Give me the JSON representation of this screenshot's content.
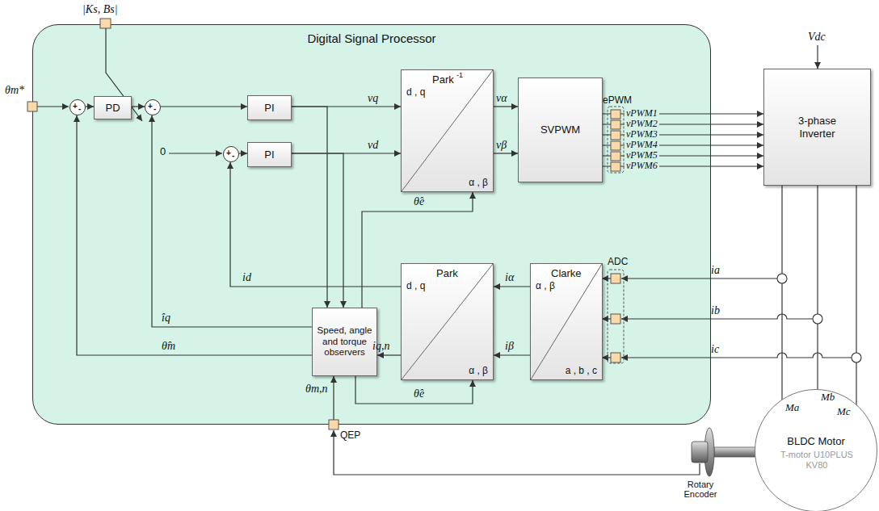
{
  "diagram": {
    "nodes": [
      {
        "text": [
          "Digital Signal Processor"
        ]
      },
      {
        "text": [
          "+",
          "-"
        ],
        "in": 0
      },
      {
        "text": [
          "PD"
        ],
        "in": 0
      },
      {
        "text": [
          "+",
          "-"
        ],
        "in": 0
      },
      {
        "text": [
          "PI"
        ],
        "in": 0
      },
      {
        "text": [
          "+",
          "-"
        ],
        "in": 0
      },
      {
        "text": [
          "PI"
        ],
        "in": 0
      },
      {
        "text": [
          "Park",
          "-1",
          "d , q",
          "α , β"
        ],
        "in": 0
      },
      {
        "text": [
          "SVPWM"
        ],
        "in": 0
      },
      {
        "text": [
          "Park",
          "d , q",
          "α , β"
        ],
        "in": 0
      },
      {
        "text": [
          "Clarke",
          "α , β",
          "a , b , c"
        ],
        "in": 0
      },
      {
        "text": [
          "Speed, angle and torque observers"
        ],
        "in": 0
      },
      {
        "text": [
          "3-phase Inverter"
        ]
      },
      {
        "text": [
          "BLDC Motor",
          "T-motor U10PLUS KV80"
        ]
      }
    ],
    "edges": [
      {
        "from": 1,
        "to": 2,
        "arrow": "to"
      },
      {
        "from": 2,
        "to": 3,
        "arrow": "to"
      },
      {
        "from": 3,
        "to": 4,
        "arrow": "to"
      },
      {
        "from": 4,
        "to": 7,
        "label": "vq",
        "arrow": "to"
      },
      {
        "from": 4,
        "to": 11,
        "arrow": "to"
      },
      {
        "from": 5,
        "to": 6,
        "arrow": "to"
      },
      {
        "from": 6,
        "to": 7,
        "label": "vd",
        "arrow": "to"
      },
      {
        "from": 6,
        "to": 11,
        "arrow": "to"
      },
      {
        "from": 7,
        "to": 8,
        "label": "vα",
        "arrow": "to"
      },
      {
        "from": 7,
        "to": 8,
        "label": "vβ",
        "arrow": "to"
      },
      {
        "from": 8,
        "to": 12,
        "label": "vPWM1",
        "arrow": "to"
      },
      {
        "from": 8,
        "to": 12,
        "label": "vPWM2",
        "arrow": "to"
      },
      {
        "from": 8,
        "to": 12,
        "label": "vPWM3",
        "arrow": "to"
      },
      {
        "from": 8,
        "to": 12,
        "label": "vPWM4",
        "arrow": "to"
      },
      {
        "from": 8,
        "to": 12,
        "label": "vPWM5",
        "arrow": "to"
      },
      {
        "from": 8,
        "to": 12,
        "label": "vPWM6",
        "arrow": "to"
      },
      {
        "from": 10,
        "to": 9,
        "label": "iα",
        "arrow": "to"
      },
      {
        "from": 10,
        "to": 9,
        "label": "iβ",
        "arrow": "to"
      },
      {
        "from": 9,
        "to": 5,
        "label": "id",
        "arrow": "to"
      },
      {
        "from": 9,
        "to": 11,
        "label": "iq,n",
        "arrow": "to"
      },
      {
        "from": 11,
        "to": 3,
        "label": "îq",
        "arrow": "to"
      },
      {
        "from": 11,
        "to": 1,
        "label": "θ̂m",
        "arrow": "to"
      },
      {
        "from": 11,
        "to": 7,
        "label": "θ̂e",
        "arrow": "to"
      },
      {
        "from": 11,
        "to": 9,
        "label": "θ̂e",
        "arrow": "to"
      }
    ],
    "labels": [
      "|Ks, Bs|",
      "θm*",
      "0",
      "ePWM",
      "Vdc",
      "ADC",
      "ia",
      "ib",
      "ic",
      "Ma",
      "Mb",
      "Mc",
      "θm,n",
      "QEP",
      "Rotary Encoder"
    ]
  }
}
